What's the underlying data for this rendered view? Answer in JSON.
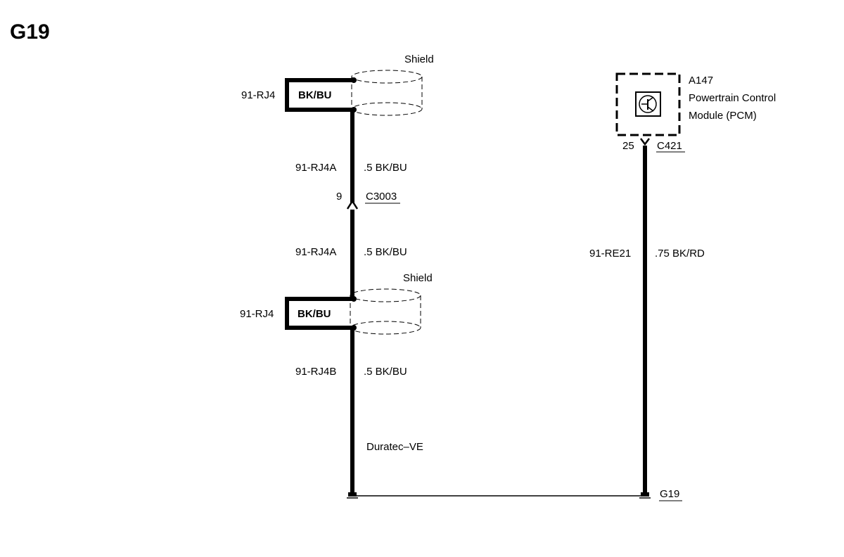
{
  "page_title": "G19",
  "shield_top": {
    "label": "Shield",
    "circuit": "91-RJ4",
    "color": "BK/BU"
  },
  "wire_upper": {
    "circuit": "91-RJ4A",
    "spec": ".5 BK/BU"
  },
  "connector_c3003": {
    "pin": "9",
    "name": "C3003"
  },
  "wire_middle": {
    "circuit": "91-RJ4A",
    "spec": ".5 BK/BU"
  },
  "shield_bottom": {
    "label": "Shield",
    "circuit": "91-RJ4",
    "color": "BK/BU"
  },
  "wire_lower": {
    "circuit": "91-RJ4B",
    "spec": ".5 BK/BU"
  },
  "engine_note": "Duratec–VE",
  "module": {
    "id": "A147",
    "name_line1": "Powertrain Control",
    "name_line2": "Module (PCM)",
    "pin": "25",
    "connector": "C421"
  },
  "wire_right": {
    "circuit": "91-RE21",
    "spec": ".75 BK/RD"
  },
  "ground": {
    "name": "G19"
  }
}
